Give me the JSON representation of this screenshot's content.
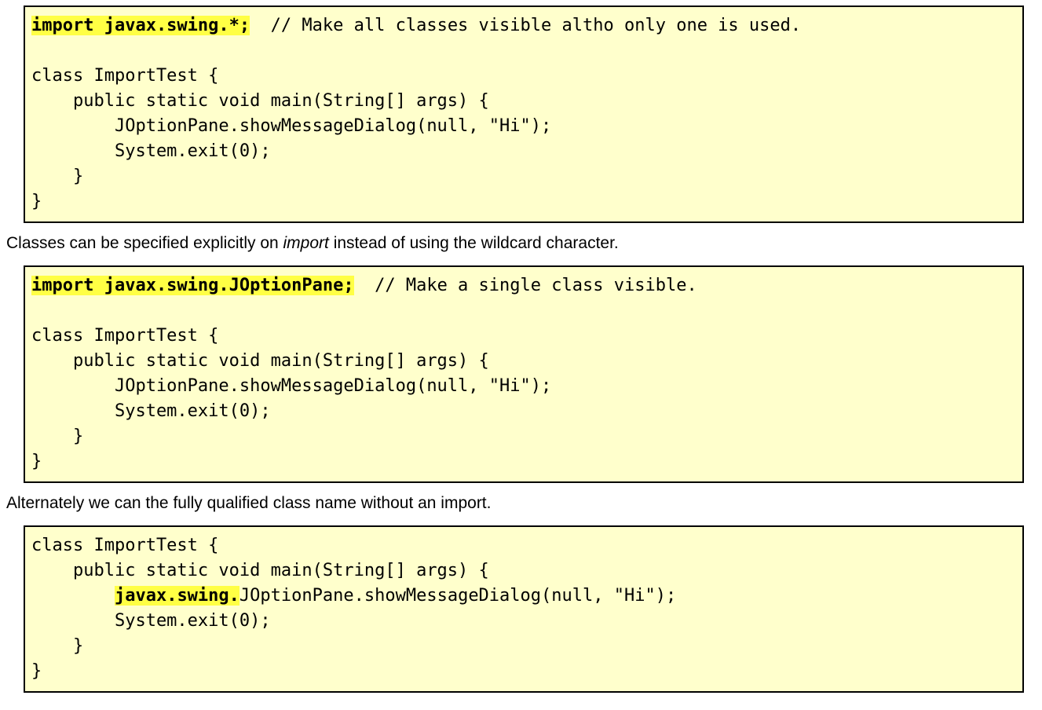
{
  "box1": {
    "lines": [
      {
        "hl": "import javax.swing.*;",
        "rest": "  // Make all classes visible altho only one is used."
      },
      {
        "text": ""
      },
      {
        "text": "class ImportTest {"
      },
      {
        "text": "    public static void main(String[] args) {"
      },
      {
        "text": "        JOptionPane.showMessageDialog(null, \"Hi\");"
      },
      {
        "text": "        System.exit(0);"
      },
      {
        "text": "    }"
      },
      {
        "text": "}"
      }
    ]
  },
  "para1": {
    "before": "Classes can be specified explicitly on ",
    "emph": "import",
    "after": " instead of using the wildcard character."
  },
  "box2": {
    "lines": [
      {
        "hl": "import javax.swing.JOptionPane;",
        "rest": "  // Make a single class visible."
      },
      {
        "text": ""
      },
      {
        "text": "class ImportTest {"
      },
      {
        "text": "    public static void main(String[] args) {"
      },
      {
        "text": "        JOptionPane.showMessageDialog(null, \"Hi\");"
      },
      {
        "text": "        System.exit(0);"
      },
      {
        "text": "    }"
      },
      {
        "text": "}"
      }
    ]
  },
  "para2": {
    "text": "Alternately we can the fully qualified class name without an import."
  },
  "box3": {
    "lines": [
      {
        "text": "class ImportTest {"
      },
      {
        "text": "    public static void main(String[] args) {"
      },
      {
        "pre": "        ",
        "hl": "javax.swing.",
        "rest": "JOptionPane.showMessageDialog(null, \"Hi\");"
      },
      {
        "text": "        System.exit(0);"
      },
      {
        "text": "    }"
      },
      {
        "text": "}"
      }
    ]
  },
  "colors": {
    "code_background": "#ffffcc",
    "highlight": "#ffff44",
    "border": "#000000"
  }
}
